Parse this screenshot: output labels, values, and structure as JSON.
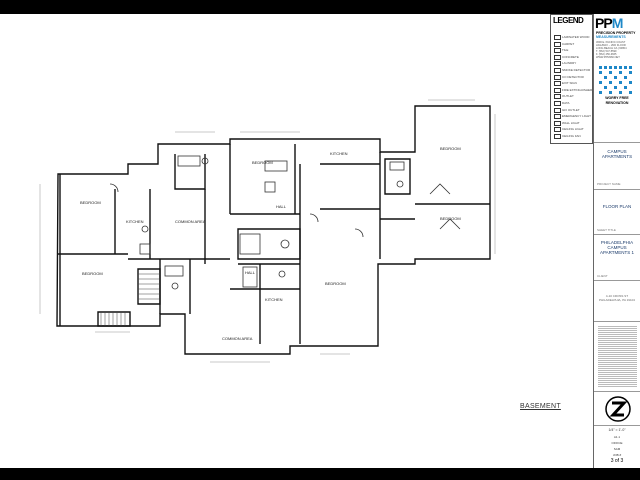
{
  "drawing": {
    "sheet_label": "BASEMENT",
    "rooms": [
      {
        "key": "bedroom_nw",
        "label": "BEDROOM"
      },
      {
        "key": "kitchen_w",
        "label": "KITCHEN"
      },
      {
        "key": "common_w",
        "label": "COMMON AREA"
      },
      {
        "key": "bedroom_sw",
        "label": "BEDROOM"
      },
      {
        "key": "bedroom_n",
        "label": "BEDROOM"
      },
      {
        "key": "kitchen_n",
        "label": "KITCHEN"
      },
      {
        "key": "hall_n",
        "label": "HALL"
      },
      {
        "key": "hall_s",
        "label": "HALL"
      },
      {
        "key": "kitchen_s",
        "label": "KITCHEN"
      },
      {
        "key": "bedroom_s",
        "label": "BEDROOM"
      },
      {
        "key": "common_s",
        "label": "COMMON AREA"
      },
      {
        "key": "bedroom_ne",
        "label": "BEDROOM"
      },
      {
        "key": "bedroom_e",
        "label": "BEDROOM"
      }
    ]
  },
  "legend": {
    "title": "LEGEND",
    "items": [
      "LAMINATED WOOD",
      "CARPET",
      "TILE",
      "CONCRETE",
      "LAUNDRY",
      "SMOKE DETECTOR",
      "CO DETECTOR",
      "EXIT SIGN",
      "FIRE EXTINGUISHER",
      "OUTLET",
      "DATA",
      "GFI OUTLET",
      "EMERGENCY LIGHT",
      "WALL LIGHT",
      "CEILING LIGHT",
      "CEILING FAN"
    ]
  },
  "title_block": {
    "company_logo_a": "PP",
    "company_logo_b": "M",
    "company_name": "PRECISION PROPERTY",
    "company_name_2": "MEASUREMENTS",
    "address_lines": [
      "3600 E. PACIFIC COAST",
      "HIGHWAY – 2ND FLOOR",
      "LONG BEACH CA | 90804",
      "T. (562) 547-5599",
      "F. (562) 456-3665",
      "WWW.PPM360.NET"
    ],
    "partner_text": "WORRY FREE RENOVATION",
    "project_caption": "PROJECT NAME",
    "project_name": "CAMPUS APARTMENTS",
    "sheet_caption": "SHEET TITLE",
    "sheet_title": "FLOOR PLAN",
    "client_caption": "CLIENT",
    "client_name": "PHILADELPHIA CAMPUS APARTMENTS 1",
    "address": "4-10 CROSS ST PHILADELPHIA, PA 19104",
    "scale": "1/4\" = 1'-0\"",
    "sheet_number": "3 of 3",
    "revision_fields": [
      "A1.1",
      "OFFICE",
      "SAM",
      "JOB #"
    ]
  }
}
